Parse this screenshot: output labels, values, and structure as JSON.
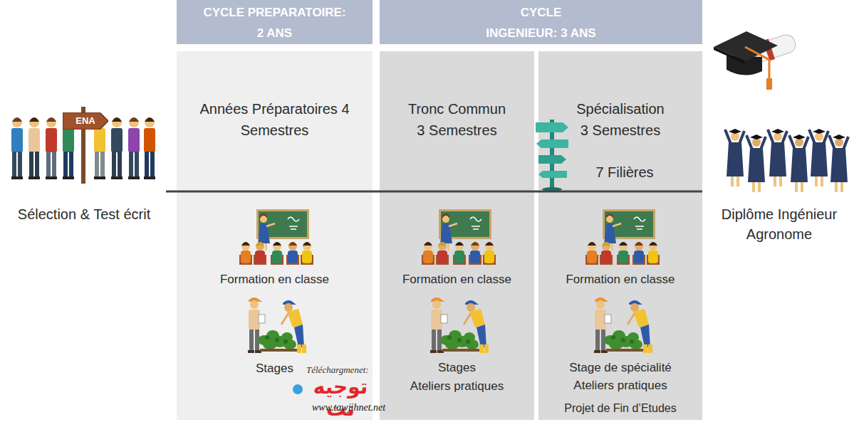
{
  "diagram": {
    "nodes": [
      {
        "text": [
          "CYCLE PREPARATOIRE: 2 ANS"
        ]
      },
      {
        "text": [
          "CYCLE INGENIEUR: 3 ANS"
        ]
      },
      {
        "text": [
          "ENA"
        ]
      },
      {
        "text": [
          "Années Préparatoires 4 Semestres",
          "Formation en classe",
          "Stages"
        ]
      },
      {
        "text": [
          "Tronc Commun 3 Semestres",
          "Formation en classe",
          "Stages",
          "Ateliers pratiques"
        ]
      },
      {
        "text": [
          "Spécialisation 3 Semestres",
          "7 Filières",
          "Formation en classe",
          "Stage de spécialité",
          "Ateliers pratiques",
          "Projet de Fin d’Etudes"
        ]
      }
    ],
    "labels": [
      "Sélection & Test écrit",
      "Diplôme Ingénieur Agronome",
      "Téléchargmenet:",
      "توجيه نت",
      "www.tawjihnet.net"
    ]
  }
}
